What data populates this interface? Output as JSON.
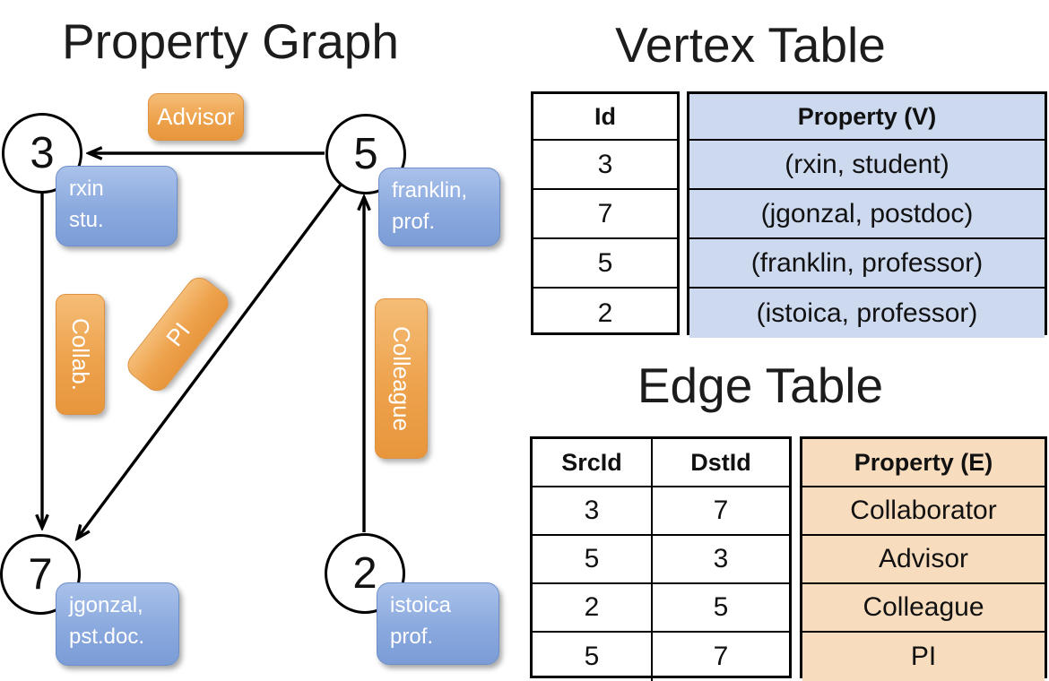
{
  "titles": {
    "graph": "Property Graph",
    "vertex_table": "Vertex Table",
    "edge_table": "Edge Table"
  },
  "colors": {
    "orange_label": "#eda24c",
    "blue_property_box": "#8aa9de",
    "vertex_cell_bg": "#cdd9ef",
    "edge_cell_bg": "#f8dcbe",
    "line": "#000000"
  },
  "graph": {
    "nodes": {
      "n3": {
        "id": "3",
        "prop_line1": "rxin",
        "prop_line2": "stu."
      },
      "n5": {
        "id": "5",
        "prop_line1": "franklin,",
        "prop_line2": "prof."
      },
      "n7": {
        "id": "7",
        "prop_line1": "jgonzal,",
        "prop_line2": "pst.doc."
      },
      "n2": {
        "id": "2",
        "prop_line1": "istoica",
        "prop_line2": "prof."
      }
    },
    "edge_labels": {
      "advisor": "Advisor",
      "collab": "Collab.",
      "pi": "PI",
      "colleague": "Colleague"
    },
    "edges": [
      {
        "from": "5",
        "to": "3",
        "label": "Advisor"
      },
      {
        "from": "3",
        "to": "7",
        "label": "Collab."
      },
      {
        "from": "5",
        "to": "7",
        "label": "PI"
      },
      {
        "from": "2",
        "to": "5",
        "label": "Colleague"
      }
    ]
  },
  "vertex_table": {
    "headers": {
      "id": "Id",
      "property": "Property (V)"
    },
    "rows": [
      {
        "id": "3",
        "property": "(rxin, student)"
      },
      {
        "id": "7",
        "property": "(jgonzal, postdoc)"
      },
      {
        "id": "5",
        "property": "(franklin, professor)"
      },
      {
        "id": "2",
        "property": "(istoica, professor)"
      }
    ]
  },
  "edge_table": {
    "headers": {
      "src": "SrcId",
      "dst": "DstId",
      "property": "Property (E)"
    },
    "rows": [
      {
        "src": "3",
        "dst": "7",
        "property": "Collaborator"
      },
      {
        "src": "5",
        "dst": "3",
        "property": "Advisor"
      },
      {
        "src": "2",
        "dst": "5",
        "property": "Colleague"
      },
      {
        "src": "5",
        "dst": "7",
        "property": "PI"
      }
    ]
  }
}
